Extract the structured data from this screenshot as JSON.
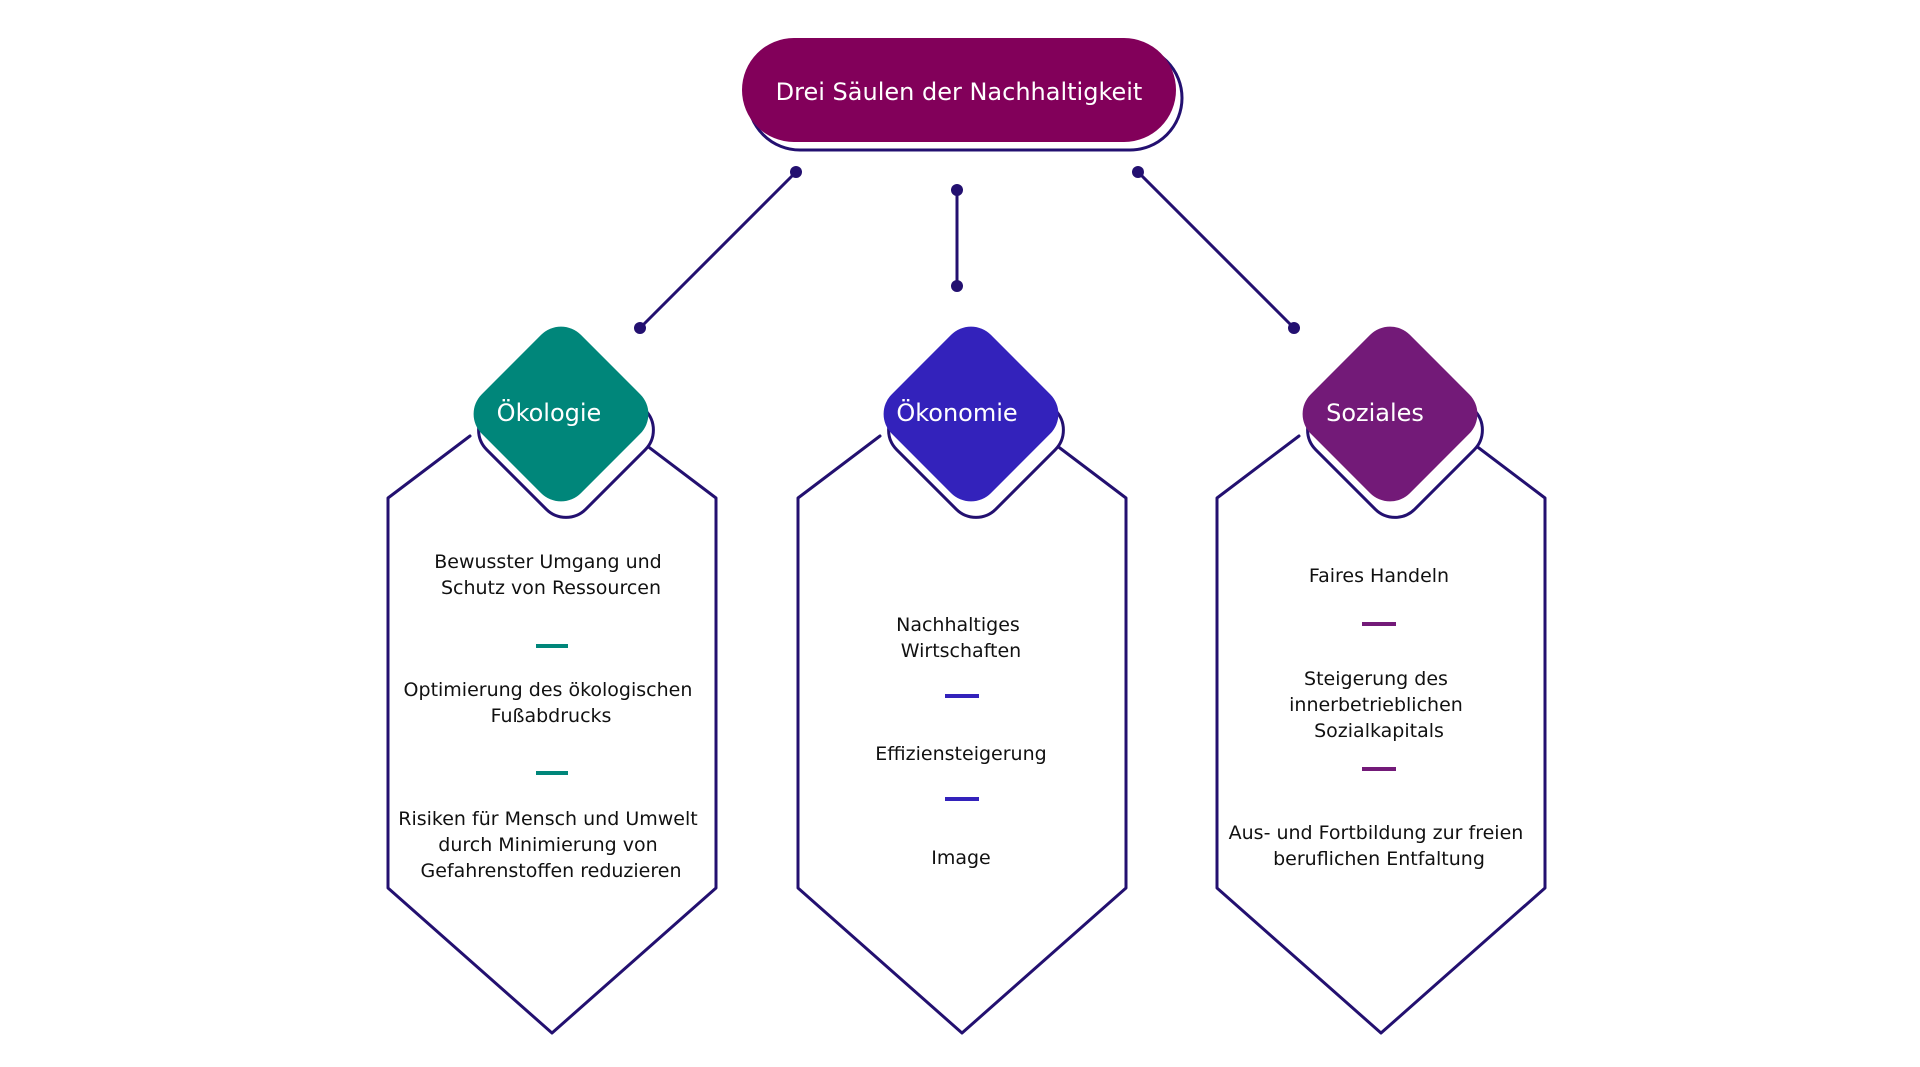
{
  "title": "Drei Säulen der Nachhaltigkeit",
  "colors": {
    "outline": "#231070",
    "title_fill": "#82005a",
    "connector": "#231070"
  },
  "pillars": [
    {
      "name": "Ökologie",
      "color": "#00867a",
      "items": [
        [
          "Bewusster Umgang und",
          "Schutz von Ressourcen"
        ],
        [
          "Optimierung des ökologischen",
          "Fußabdrucks"
        ],
        [
          "Risiken für Mensch und Umwelt",
          "durch Minimierung von",
          "Gefahrenstoffen reduzieren"
        ]
      ]
    },
    {
      "name": "Ökonomie",
      "color": "#3322bb",
      "items": [
        [
          "Nachhaltiges",
          "Wirtschaften"
        ],
        [
          "Effiziensteigerung"
        ],
        [
          "Image"
        ]
      ]
    },
    {
      "name": "Soziales",
      "color": "#731a78",
      "items": [
        [
          "Faires Handeln"
        ],
        [
          "Steigerung des",
          "innerbetrieblichen",
          "Sozialkapitals"
        ],
        [
          "Aus- und Fortbildung zur freien",
          "beruflichen Entfaltung"
        ]
      ]
    }
  ]
}
